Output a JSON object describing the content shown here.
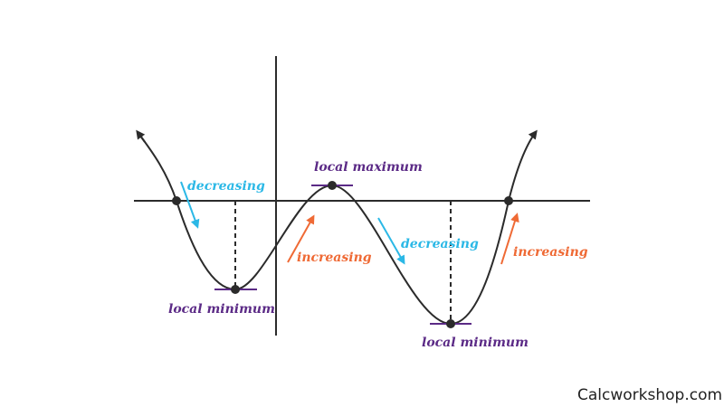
{
  "labels": {
    "local_maximum": "local maximum",
    "local_minimum_left": "local minimum",
    "local_minimum_right": "local minimum",
    "decreasing_left": "decreasing",
    "decreasing_right": "decreasing",
    "increasing_left": "increasing",
    "increasing_right": "increasing"
  },
  "watermark": "Calcworkshop.com",
  "colors": {
    "curve": "#2b2b2b",
    "axis": "#2b2b2b",
    "extrema_label": "#5b2a86",
    "decreasing": "#2bb8e6",
    "increasing": "#ef6a35"
  }
}
